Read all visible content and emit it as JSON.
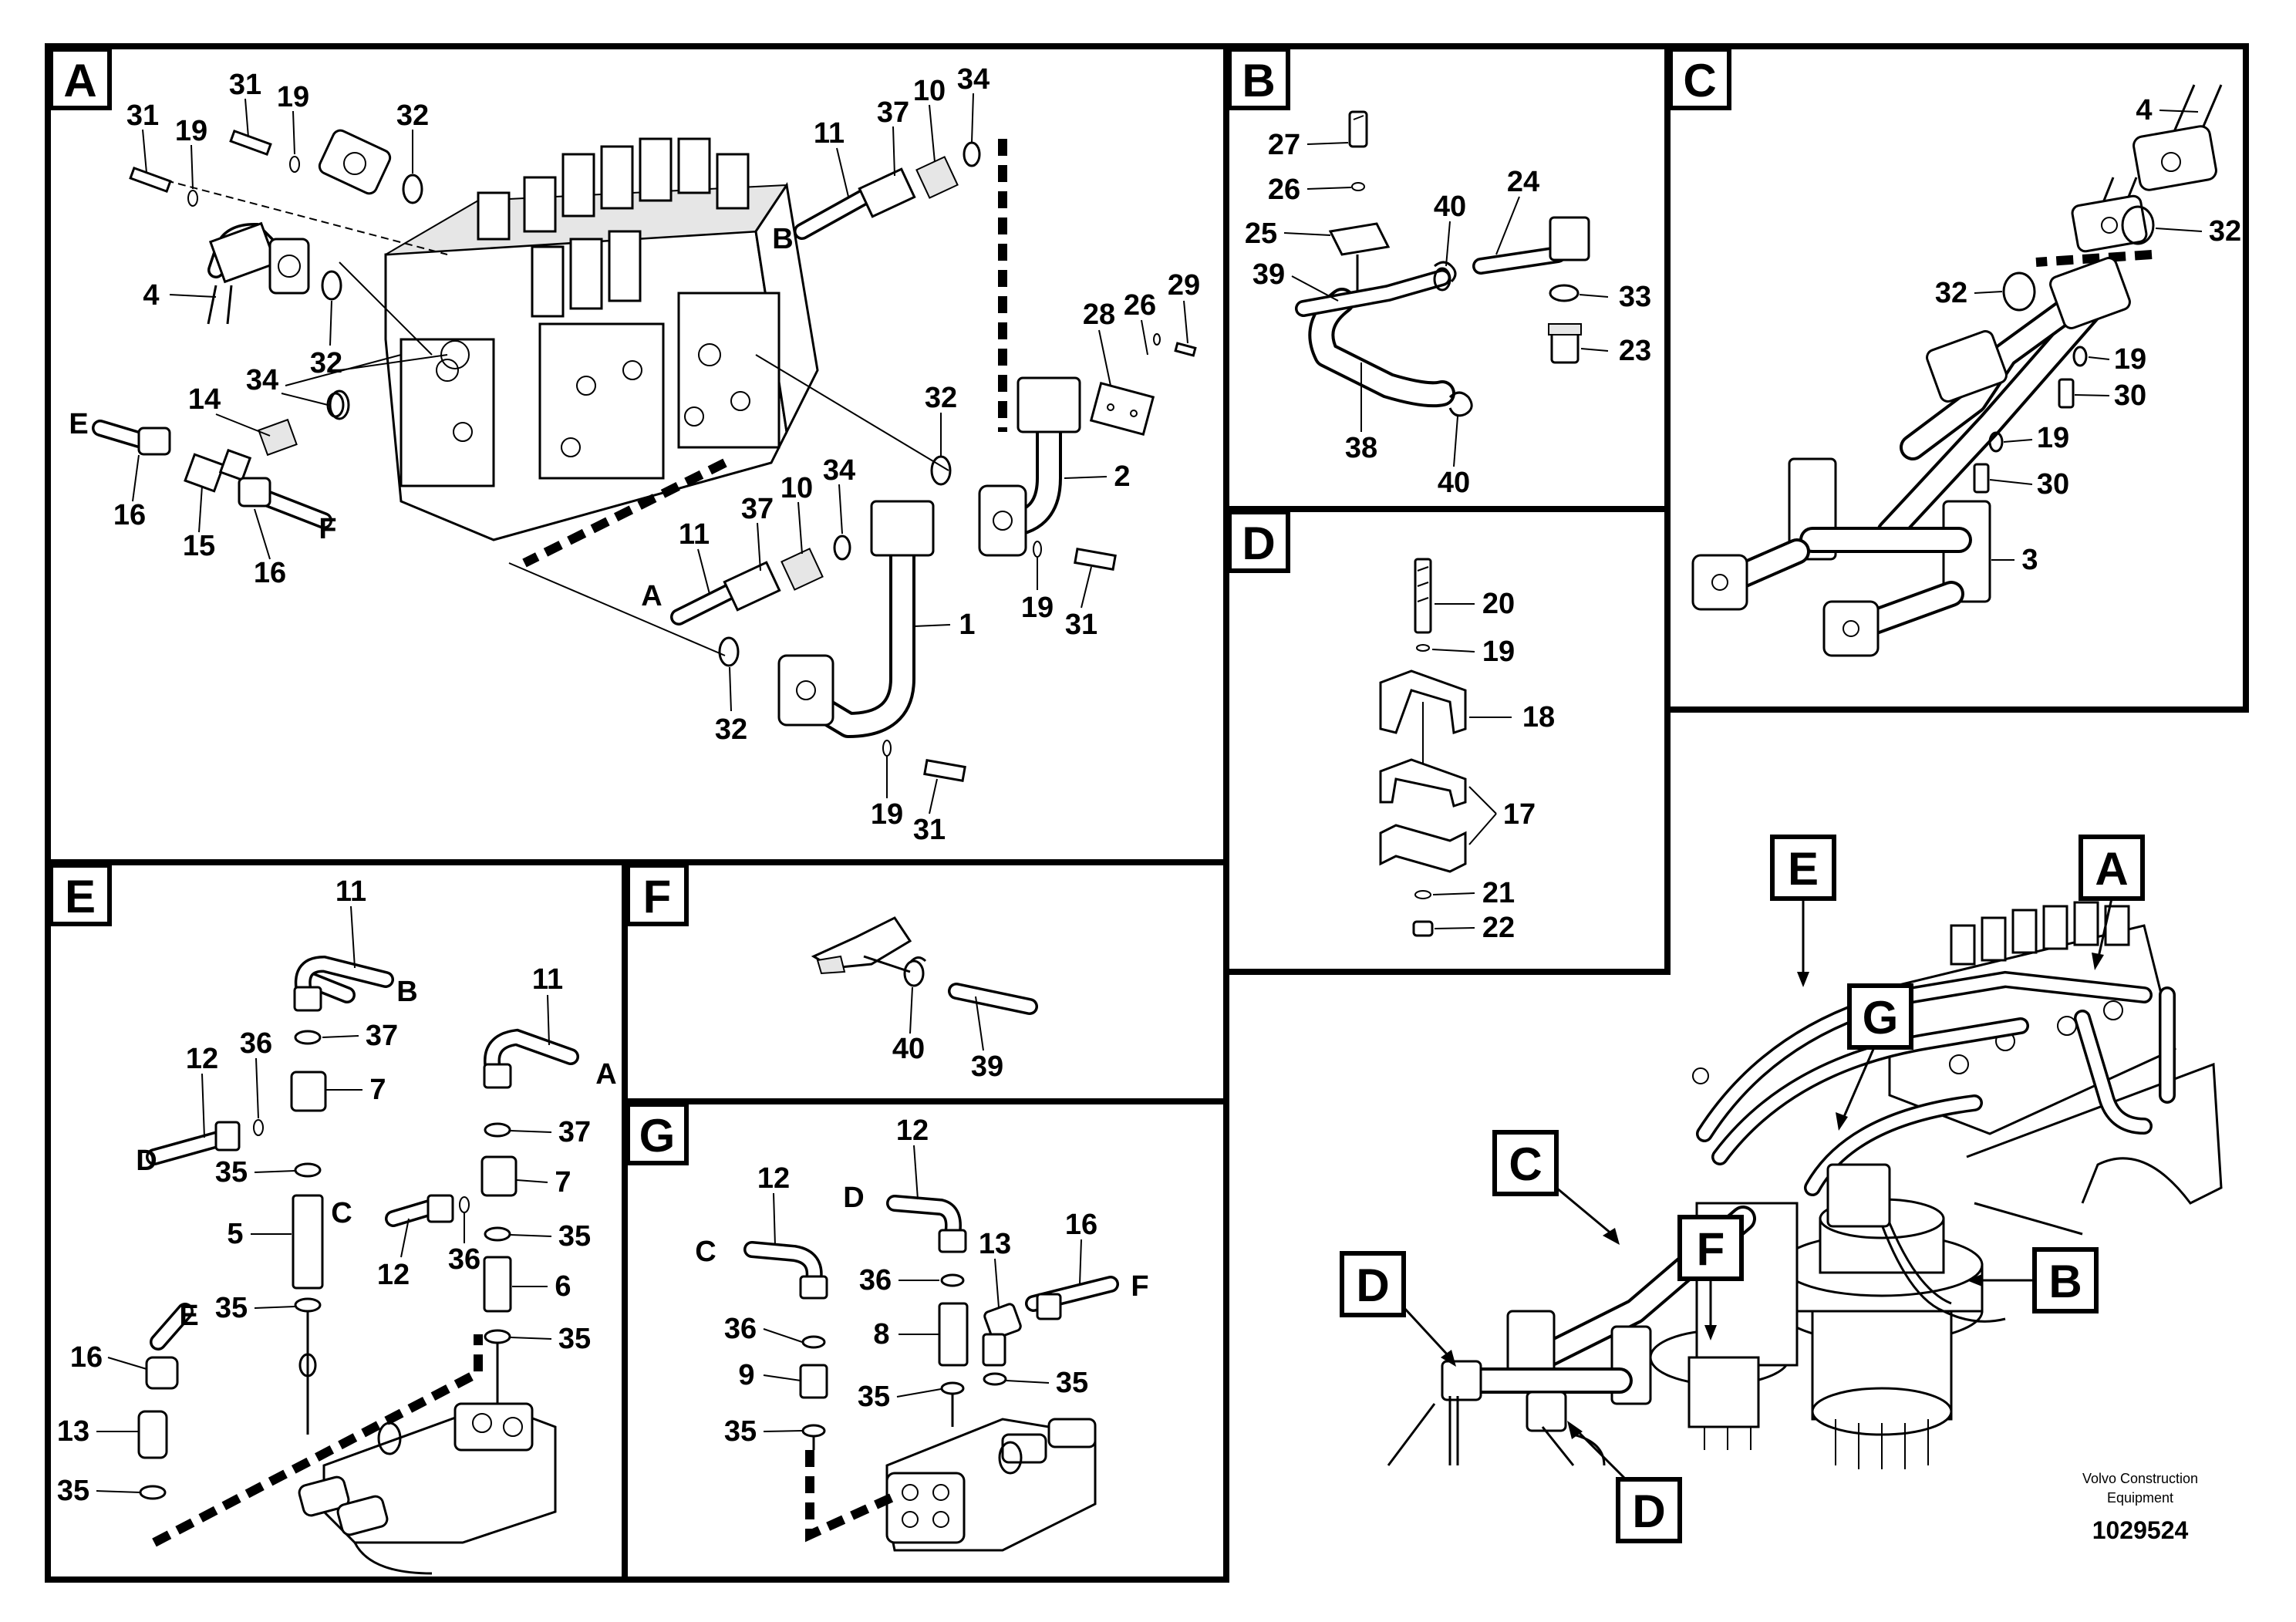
{
  "panels": {
    "A": "A",
    "B": "B",
    "C": "C",
    "D": "D",
    "E": "E",
    "F": "F",
    "G": "G"
  },
  "callouts": {
    "A": [
      "31",
      "19",
      "31",
      "19",
      "32",
      "11",
      "37",
      "10",
      "34",
      "B",
      "4",
      "32",
      "28",
      "26",
      "29",
      "14",
      "34",
      "E",
      "32",
      "16",
      "15",
      "16",
      "F",
      "2",
      "11",
      "37",
      "10",
      "34",
      "A",
      "1",
      "19",
      "31",
      "32",
      "19",
      "31"
    ],
    "B": [
      "27",
      "26",
      "25",
      "40",
      "24",
      "39",
      "33",
      "23",
      "38",
      "40"
    ],
    "C": [
      "4",
      "32",
      "32",
      "19",
      "30",
      "19",
      "30",
      "3"
    ],
    "D": [
      "20",
      "19",
      "18",
      "17",
      "21",
      "22"
    ],
    "E": [
      "11",
      "B",
      "37",
      "12",
      "36",
      "7",
      "D",
      "35",
      "5",
      "C",
      "12",
      "36",
      "11",
      "A",
      "37",
      "7",
      "35",
      "6",
      "35",
      "16",
      "E",
      "13",
      "35",
      "35"
    ],
    "F": [
      "40",
      "39"
    ],
    "G": [
      "12",
      "12",
      "D",
      "C",
      "13",
      "16",
      "F",
      "36",
      "36",
      "8",
      "9",
      "35",
      "35",
      "35"
    ]
  },
  "overview_tags": [
    "E",
    "A",
    "G",
    "C",
    "F",
    "B",
    "D",
    "D"
  ],
  "footer": {
    "company": "Volvo Construction",
    "company2": "Equipment",
    "doc_number": "1029524"
  }
}
